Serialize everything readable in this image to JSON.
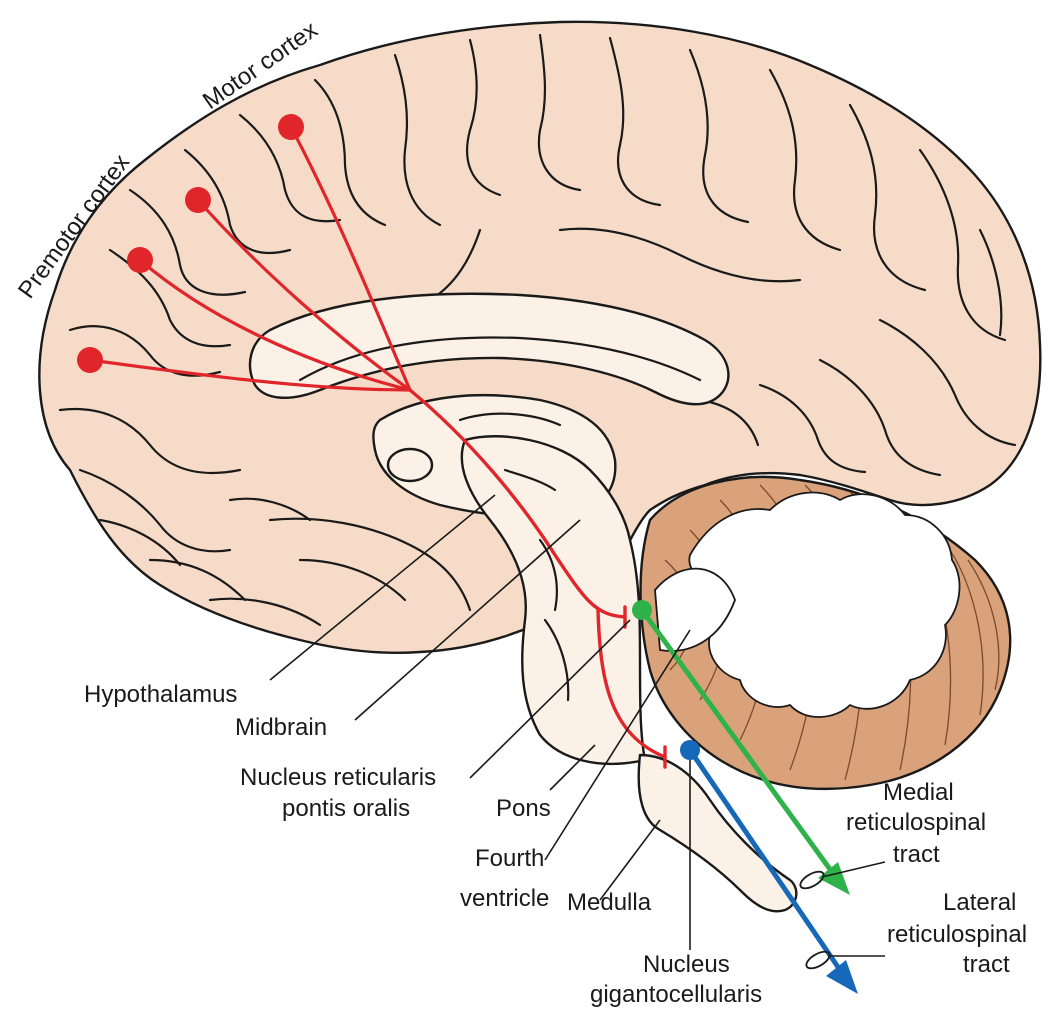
{
  "labels": {
    "premotor_cortex": "Premotor cortex",
    "motor_cortex": "Motor cortex",
    "hypothalamus": "Hypothalamus",
    "midbrain": "Midbrain",
    "nucleus_reticularis_line1": "Nucleus reticularis",
    "nucleus_reticularis_line2": "pontis oralis",
    "pons": "Pons",
    "fourth_ventricle_line1": "Fourth",
    "fourth_ventricle_line2": "ventricle",
    "medulla": "Medulla",
    "nucleus_giganto_line1": "Nucleus",
    "nucleus_giganto_line2": "gigantocellularis",
    "medial_tract_line1": "Medial",
    "medial_tract_line2": "reticulospinal",
    "medial_tract_line3": "tract",
    "lateral_tract_line1": "Lateral",
    "lateral_tract_line2": "reticulospinal",
    "lateral_tract_line3": "tract"
  },
  "colors": {
    "brain_fill": "#f6dcc8",
    "brainstem_fill": "#fbf1e7",
    "cerebellum_fill": "#d9a27b",
    "cortical_projection": "#e0262b",
    "medial_tract": "#2fb24a",
    "lateral_tract": "#1668b8"
  }
}
